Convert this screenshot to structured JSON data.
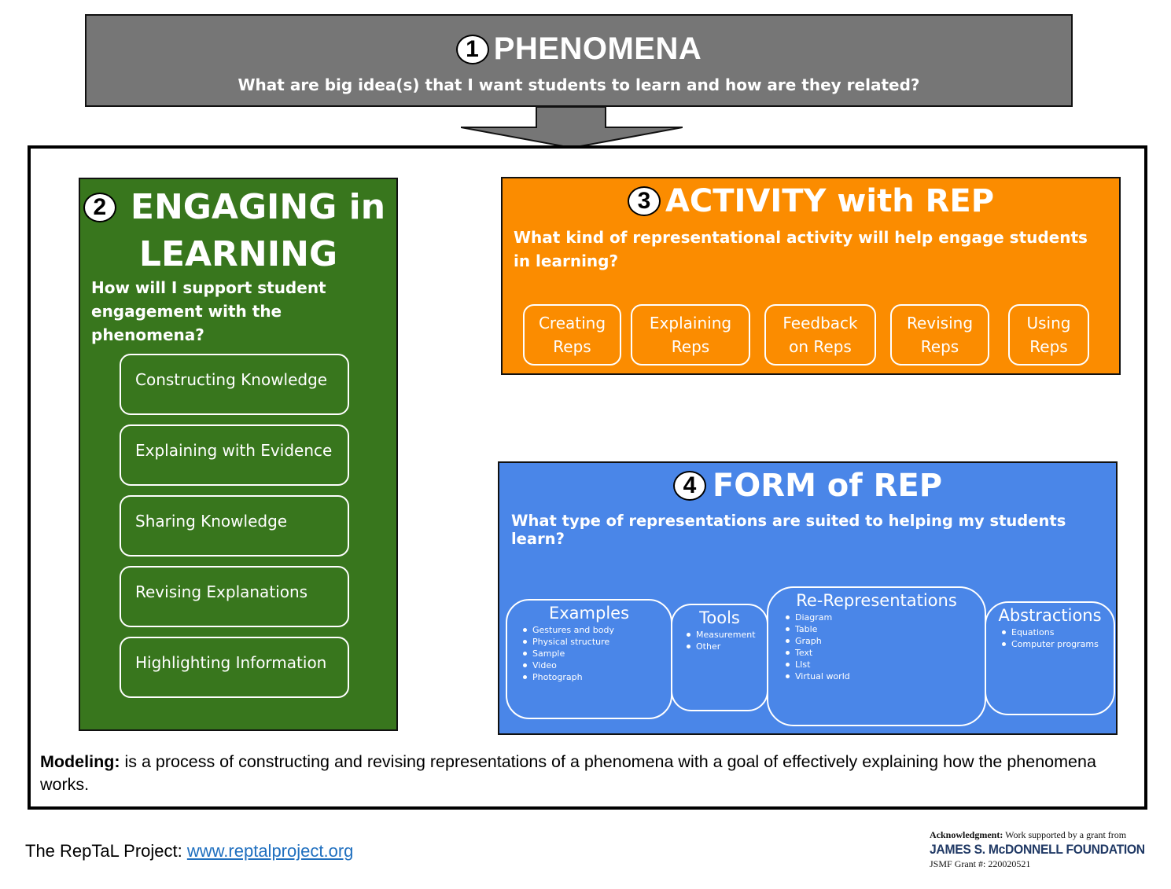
{
  "phenomena": {
    "number": "1",
    "title": "PHENOMENA",
    "question": "What are big idea(s) that I want students to learn and how are they related?"
  },
  "engaging": {
    "number": "2",
    "title_line1": "ENGAGING in",
    "title_line2": "LEARNING",
    "question": "How will I support student engagement with the phenomena?",
    "items": [
      {
        "label": "Constructing Knowledge"
      },
      {
        "label": "Explaining with Evidence"
      },
      {
        "label": "Sharing Knowledge"
      },
      {
        "label": "Revising Explanations"
      },
      {
        "label": "Highlighting Information"
      }
    ],
    "color": "#38761d"
  },
  "activity": {
    "number": "3",
    "title": "ACTIVITY with REP",
    "question": "What kind of representational activity will help engage students in learning?",
    "items": [
      {
        "line1": "Creating",
        "line2": "Reps"
      },
      {
        "line1": "Explaining",
        "line2": "Reps"
      },
      {
        "line1": "Feedback",
        "line2": "on Reps"
      },
      {
        "line1": "Revising",
        "line2": "Reps"
      },
      {
        "line1": "Using",
        "line2": "Reps"
      }
    ],
    "color": "#fb8c00"
  },
  "form": {
    "number": "4",
    "title": "FORM of REP",
    "question": "What type of representations are suited to helping my students learn?",
    "categories": [
      {
        "title": "Examples",
        "items": [
          "Gestures and body",
          "Physical structure",
          "Sample",
          "Video",
          "Photograph"
        ]
      },
      {
        "title": "Tools",
        "items": [
          "Measurement",
          "Other"
        ]
      },
      {
        "title": "Re-Representations",
        "items": [
          "Diagram",
          "Table",
          "Graph",
          "Text",
          "LIst",
          "Virtual world"
        ]
      },
      {
        "title": "Abstractions",
        "items": [
          "Equations",
          "Computer programs"
        ]
      }
    ],
    "color": "#4a86e8"
  },
  "modeling": {
    "term": "Modeling:",
    "definition": " is a process of constructing and revising representations of a phenomena with a goal of effectively explaining how the phenomena works."
  },
  "footer": {
    "project_label": "The RepTaL Project: ",
    "project_link": "www.reptalproject.org",
    "ack_label": "Acknowledgment:",
    "ack_text": " Work supported by a grant from",
    "foundation": "JAMES S. McDONNELL FOUNDATION",
    "grant": "JSMF Grant #: 220020521"
  }
}
